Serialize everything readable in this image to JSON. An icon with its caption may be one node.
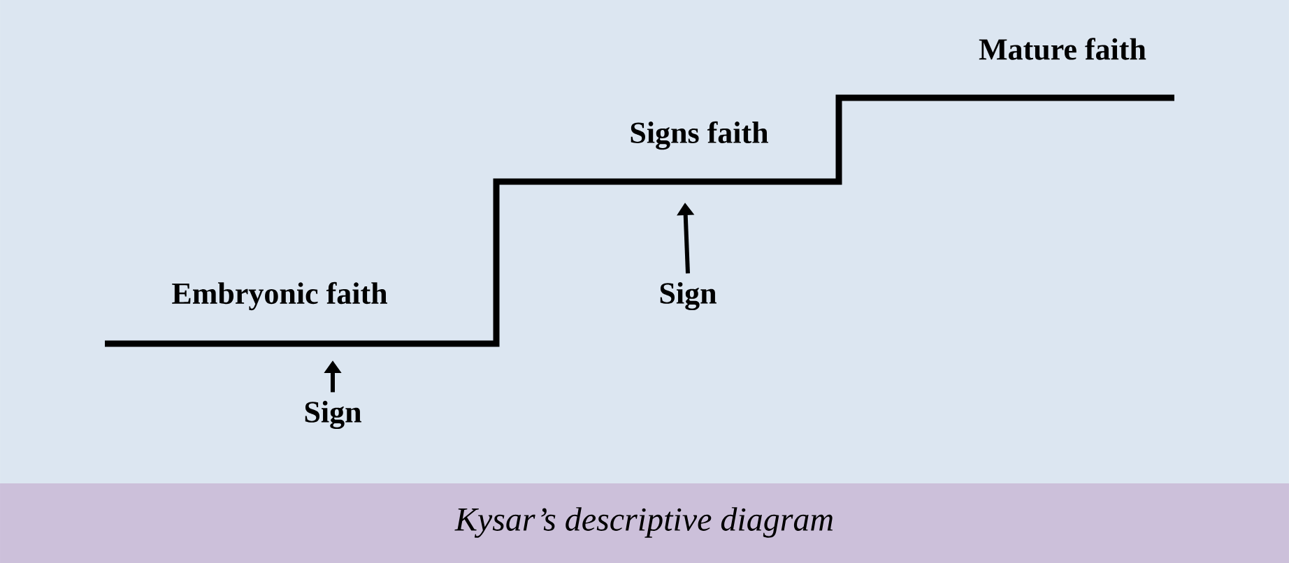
{
  "diagram": {
    "caption": "Kysar’s descriptive diagram",
    "nodes": [
      {
        "text": [
          "Sign"
        ]
      },
      {
        "text": [
          "Sign"
        ]
      }
    ],
    "edges": [
      {
        "from": 0,
        "to": null,
        "arrow": "to"
      },
      {
        "from": 1,
        "to": null,
        "arrow": "to"
      }
    ],
    "labels": [
      "Mature faith",
      "Signs faith",
      "Embryonic faith"
    ]
  }
}
